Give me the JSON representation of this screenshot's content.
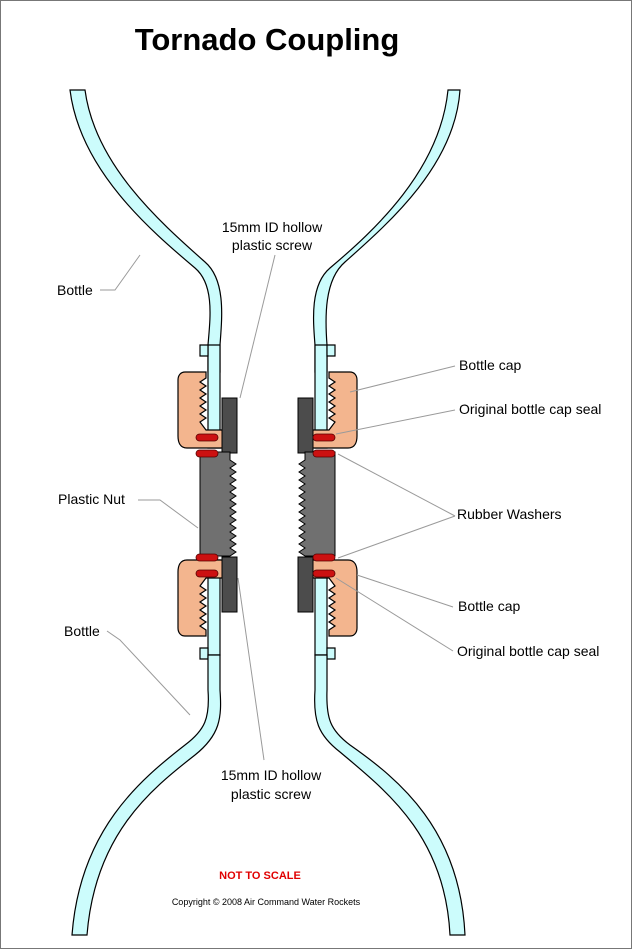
{
  "title": "Tornado Coupling",
  "labels": {
    "bottle_top": "Bottle",
    "bottle_bottom": "Bottle",
    "screw_top_line1": "15mm ID hollow",
    "screw_top_line2": "plastic screw",
    "screw_bottom_line1": "15mm ID hollow",
    "screw_bottom_line2": "plastic screw",
    "plastic_nut": "Plastic Nut",
    "bottle_cap_top": "Bottle cap",
    "cap_seal_top": "Original bottle cap seal",
    "rubber_washers": "Rubber Washers",
    "bottle_cap_bottom": "Bottle cap",
    "cap_seal_bottom": "Original bottle cap seal"
  },
  "not_to_scale": "NOT TO SCALE",
  "copyright": "Copyright © 2008 Air Command Water Rockets",
  "colors": {
    "bottle": "#ccfcfc",
    "cap": "#f3b58e",
    "nut": "#4c4c4c",
    "screw": "#707070",
    "washer": "#cc1111",
    "not_to_scale": "#e00000"
  }
}
